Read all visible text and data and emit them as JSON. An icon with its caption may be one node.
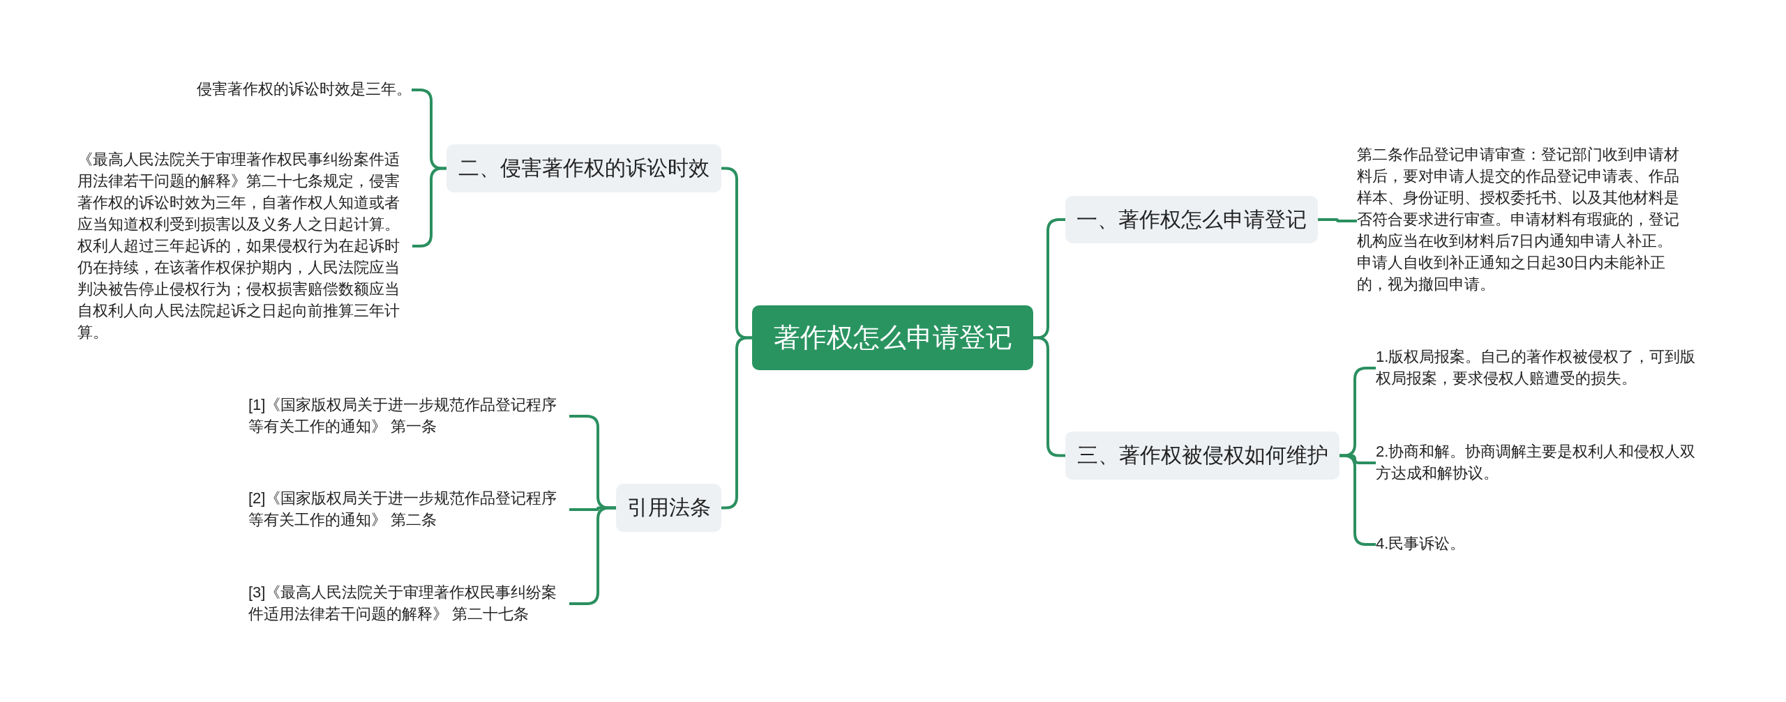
{
  "diagram": {
    "nodes": [
      {
        "text": [
          "著作权怎么申请登记"
        ]
      },
      {
        "text": [
          "二、侵害著作权的诉讼时效"
        ]
      },
      {
        "text": [
          "侵害著作权的诉讼时效是三年。"
        ]
      },
      {
        "text": [
          "《最高人民法院关于审理著作权民事纠纷案件适用法律若干问题的解释》第二十七条规定，侵害著作权的诉讼时效为三年，自著作权人知道或者应当知道权利受到损害以及义务人之日起计算。权利人超过三年起诉的，如果侵权行为在起诉时仍在持续，在该著作权保护期内，人民法院应当判决被告停止侵权行为；侵权损害赔偿数额应当自权利人向人民法院起诉之日起向前推算三年计算。"
        ]
      },
      {
        "text": [
          "引用法条"
        ]
      },
      {
        "text": [
          "[1]《国家版权局关于进一步规范作品登记程序等有关工作的通知》 第一条"
        ]
      },
      {
        "text": [
          "[2]《国家版权局关于进一步规范作品登记程序等有关工作的通知》 第二条"
        ]
      },
      {
        "text": [
          "[3]《最高人民法院关于审理著作权民事纠纷案件适用法律若干问题的解释》 第二十七条"
        ]
      },
      {
        "text": [
          "一、著作权怎么申请登记"
        ]
      },
      {
        "text": [
          "第二条作品登记申请审查：登记部门收到申请材料后，要对申请人提交的作品登记申请表、作品样本、身份证明、授权委托书、以及其他材料是否符合要求进行审查。申请材料有瑕疵的，登记机构应当在收到材料后7日内通知申请人补正。申请人自收到补正通知之日起30日内未能补正的，视为撤回申请。"
        ]
      },
      {
        "text": [
          "三、著作权被侵权如何维护"
        ]
      },
      {
        "text": [
          "1.版权局报案。自己的著作权被侵权了，可到版权局报案，要求侵权人赔遭受的损失。"
        ]
      },
      {
        "text": [
          "2.协商和解。协商调解主要是权利人和侵权人双方达成和解协议。"
        ]
      },
      {
        "text": [
          "4.民事诉讼。"
        ]
      }
    ],
    "edges": [
      {
        "from": 0,
        "to": 1,
        "arrow": "none"
      },
      {
        "from": 1,
        "to": 2,
        "arrow": "none"
      },
      {
        "from": 1,
        "to": 3,
        "arrow": "none"
      },
      {
        "from": 0,
        "to": 4,
        "arrow": "none"
      },
      {
        "from": 4,
        "to": 5,
        "arrow": "none"
      },
      {
        "from": 4,
        "to": 6,
        "arrow": "none"
      },
      {
        "from": 4,
        "to": 7,
        "arrow": "none"
      },
      {
        "from": 0,
        "to": 8,
        "arrow": "none"
      },
      {
        "from": 8,
        "to": 9,
        "arrow": "none"
      },
      {
        "from": 0,
        "to": 10,
        "arrow": "none"
      },
      {
        "from": 10,
        "to": 11,
        "arrow": "none"
      },
      {
        "from": 10,
        "to": 12,
        "arrow": "none"
      },
      {
        "from": 10,
        "to": 13,
        "arrow": "none"
      }
    ]
  }
}
